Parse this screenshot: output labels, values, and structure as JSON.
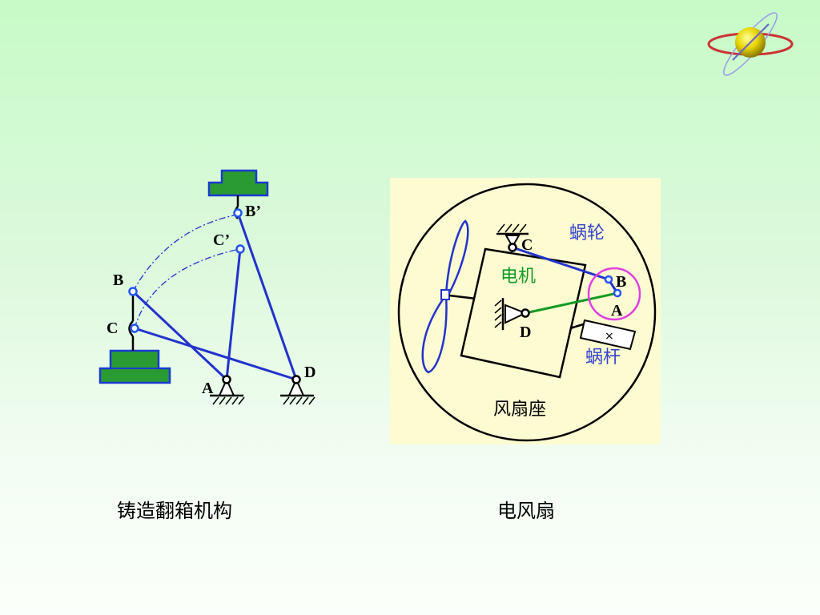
{
  "left_mechanism": {
    "points": {
      "B_prime": "B’",
      "C_prime": "C’",
      "B": "B",
      "C": "C",
      "A": "A",
      "D": "D"
    },
    "caption": "铸造翻箱机构"
  },
  "fan_mechanism": {
    "points": {
      "C": "C",
      "B": "B",
      "A": "A",
      "D": "D"
    },
    "labels": {
      "worm_gear": "蜗轮",
      "motor": "电机",
      "worm": "蜗杆",
      "fan_base": "风扇座"
    },
    "caption": "电风扇"
  },
  "colors": {
    "link_blue": "#2233cc",
    "box_green": "#2a9a33",
    "joint_blue": "#2255ee",
    "motor_link_green": "#119922",
    "panel_bg": "#fdfbd2",
    "circle_magenta": "#e040e0"
  },
  "icons": [
    "globe-orbit-icon"
  ]
}
